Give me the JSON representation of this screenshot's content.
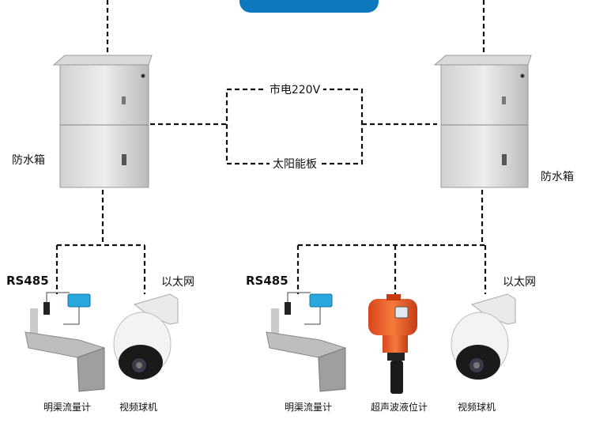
{
  "power": {
    "mains": "市电220V",
    "solar": "太阳能板"
  },
  "boxes": {
    "left_label": "防水箱",
    "right_label": "防水箱"
  },
  "left_group": {
    "protocol_left": "RS485",
    "protocol_right": "以太网",
    "devices": [
      "明渠流量计",
      "视频球机"
    ]
  },
  "right_group": {
    "protocol_left": "RS485",
    "protocol_right": "以太网",
    "devices": [
      "明渠流量计",
      "超声波液位计",
      "视频球机"
    ]
  },
  "colors": {
    "accent": "#0c79bf",
    "line": "#111111"
  }
}
